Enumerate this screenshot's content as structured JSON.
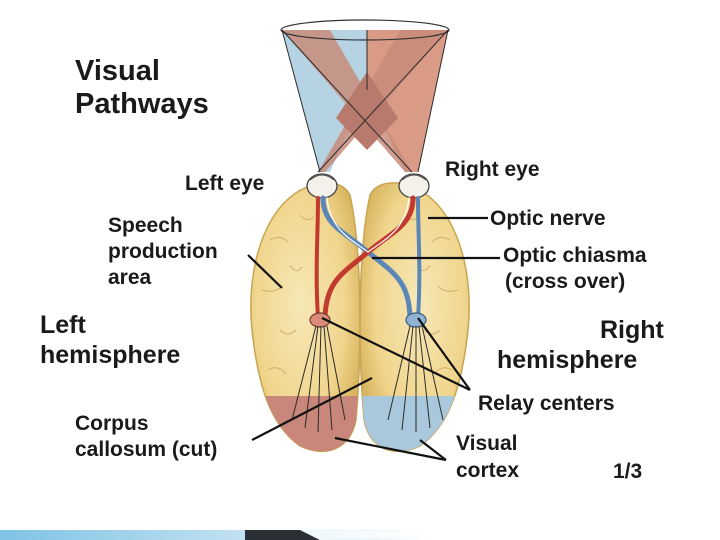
{
  "title": {
    "line1": "Visual",
    "line2": "Pathways"
  },
  "labels": {
    "left_eye": "Left eye",
    "right_eye": "Right eye",
    "optic_nerve": "Optic nerve",
    "optic_chiasma_1": "Optic chiasma",
    "optic_chiasma_2": "(cross over)",
    "speech_1": "Speech",
    "speech_2": "production",
    "speech_3": "area",
    "left_hem_1": "Left",
    "left_hem_2": "hemisphere",
    "right_hem_1": "Right",
    "right_hem_2": "hemisphere",
    "relay_centers": "Relay centers",
    "corpus_1": "Corpus",
    "corpus_2": "callosum (cut)",
    "visual_cortex_1": "Visual",
    "visual_cortex_2": "cortex"
  },
  "page_number": "1/3",
  "colors": {
    "left_field": "#b6d3e4",
    "right_field": "#d99a86",
    "overlap": "#b87a6c",
    "brain": "#f0d58c",
    "left_cortex": "#c8877a",
    "right_cortex": "#a9c8dc",
    "red_pathway": "#c23a2e",
    "blue_pathway": "#5b86b8"
  }
}
